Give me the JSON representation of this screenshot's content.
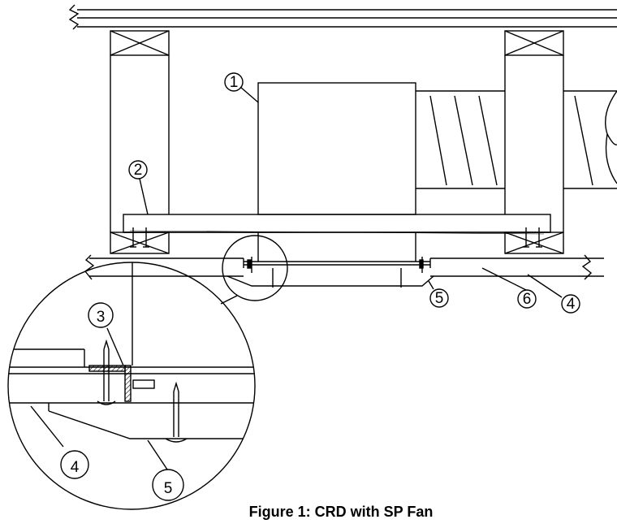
{
  "figure": {
    "caption": "Figure 1: CRD with SP Fan"
  },
  "callouts": {
    "c1": "1",
    "c2": "2",
    "c3": "3",
    "c4": "4",
    "c5": "5",
    "c6": "6",
    "detail_3": "3",
    "detail_4": "4",
    "detail_5": "5"
  },
  "colors": {
    "line": "#000000",
    "background": "#ffffff"
  }
}
